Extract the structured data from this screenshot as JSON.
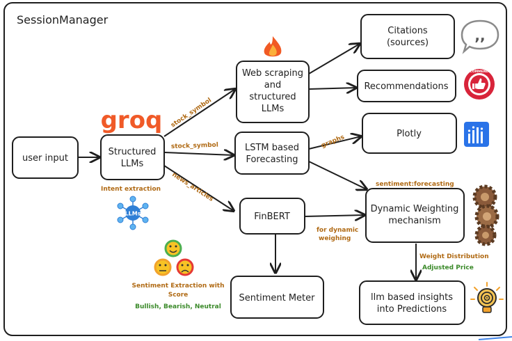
{
  "container": {
    "title": "SessionManager"
  },
  "nodes": {
    "user_input": "user input",
    "structured_llms": [
      "Structured",
      "LLMs"
    ],
    "web_scraping": [
      "Web scraping",
      "and",
      "structured",
      "LLMs"
    ],
    "lstm": [
      "LSTM based",
      "Forecasting"
    ],
    "finbert": "FinBERT",
    "citations": [
      "Citations",
      "(sources)"
    ],
    "recommendations": "Recommendations",
    "plotly": "Plotly",
    "dynamic_weighting": [
      "Dynamic Weighting",
      "mechanism"
    ],
    "sentiment_meter": "Sentiment Meter",
    "insights": [
      "llm based insights",
      "into Predictions"
    ]
  },
  "edge_labels": {
    "stock_symbol_up": "stock_symbol",
    "stock_symbol_mid": "stock_symbol",
    "news_articles": "news_articles",
    "graphs": "graphs",
    "sentiment_forecasting": "sentiment:forecasting",
    "dynamic_weighing": [
      "for dynamic",
      "weighing"
    ],
    "weight_distribution": "Weight Distribution",
    "adjusted_price": "Adjusted Price"
  },
  "notes": {
    "logo_groq": "groq",
    "intent_extraction": "Intent extraction",
    "llms_badge": "LLMs",
    "sentiment_extraction": [
      "Sentiment Extraction with",
      "Score"
    ],
    "sentiment_classes": "Bullish, Bearish, Neutral",
    "recommended_badge": "RECOMMENDED"
  },
  "colors": {
    "stroke": "#1e1e1e",
    "annotation_orange": "#b06a14",
    "annotation_green": "#3b8a2a",
    "groq_red": "#f05a28",
    "plotly_blue": "#2a73e8",
    "badge_red": "#d8243a",
    "llm_blue": "#2f7fd6",
    "gear_bronze": "#8a5a3a",
    "bulb_orange": "#f2a22c"
  },
  "icons": [
    "fire-icon",
    "quote-bubble-icon",
    "recommended-badge-icon",
    "plotly-logo-icon",
    "groq-logo",
    "llm-network-icon",
    "sentiment-faces-icon",
    "gears-icon",
    "lightbulb-icon"
  ]
}
